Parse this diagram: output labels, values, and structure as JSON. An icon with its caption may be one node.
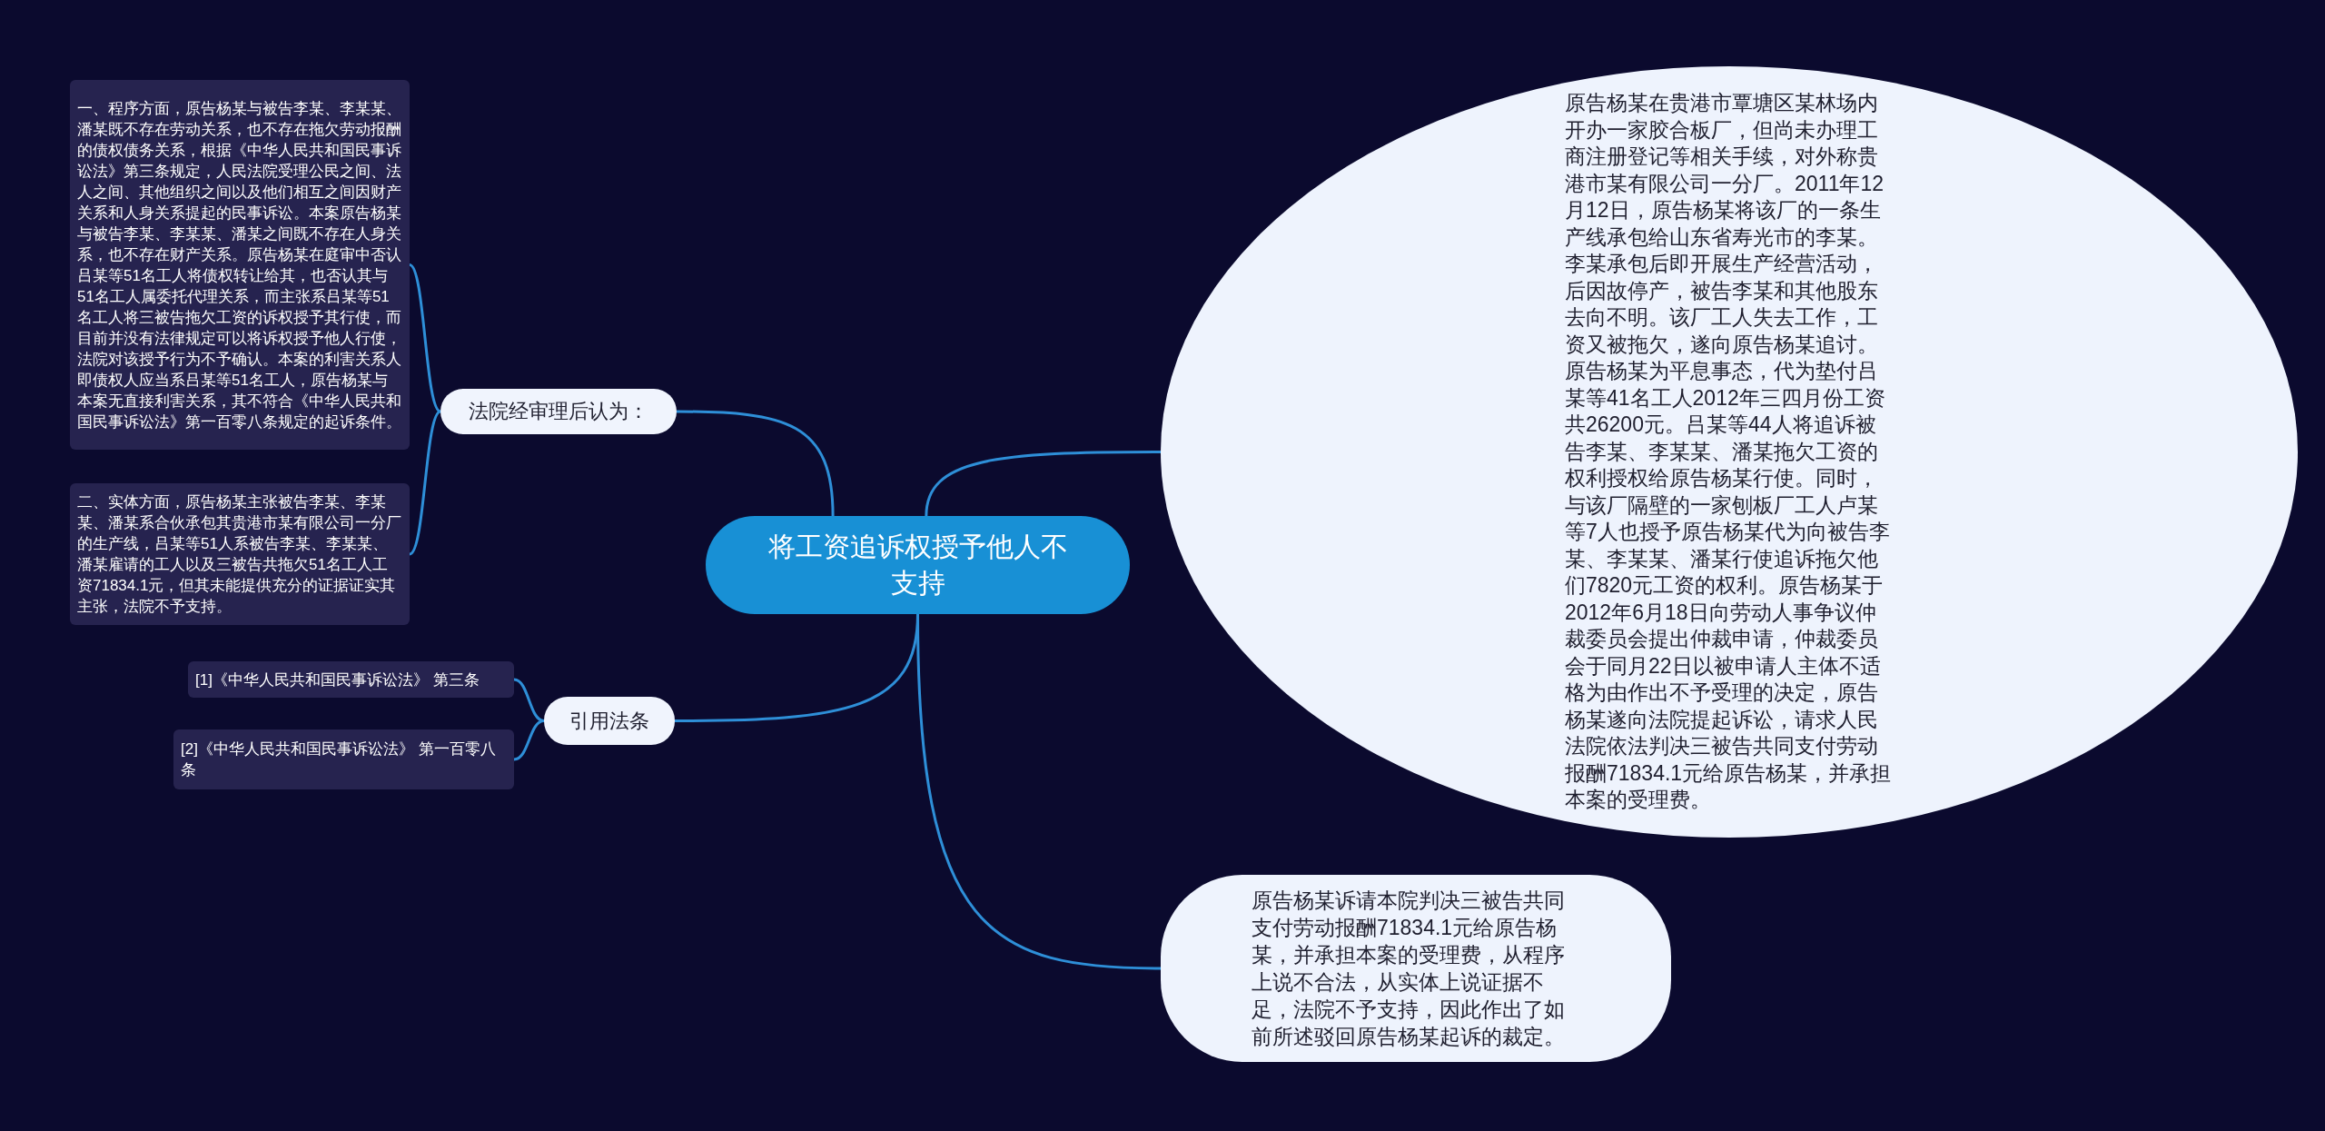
{
  "diagram": {
    "nodes": [
      {
        "text": [
          "将工资追诉权授予他人不支持"
        ]
      },
      {
        "text": [
          "法院经审理后认为："
        ]
      },
      {
        "text": [
          "一、程序方面，原告杨某与被告李某、李某某、潘某既不存在劳动关系，也不存在拖欠劳动报酬的债权债务关系，根据《中华人民共和国民事诉讼法》第三条规定，人民法院受理公民之间、法人之间、其他组织之间以及他们相互之间因财产关系和人身关系提起的民事诉讼。本案原告杨某与被告李某、李某某、潘某之间既不存在人身关系，也不存在财产关系。原告杨某在庭审中否认吕某等51名工人将债权转让给其，也否认其与51名工人属委托代理关系，而主张系吕某等51名工人将三被告拖欠工资的诉权授予其行使，而目前并没有法律规定可以将诉权授予他人行使，法院对该授予行为不予确认。本案的利害关系人即债权人应当系吕某等51名工人，原告杨某与本案无直接利害关系，其不符合《中华人民共和国民事诉讼法》第一百零八条规定的起诉条件。"
        ]
      },
      {
        "text": [
          "二、实体方面，原告杨某主张被告李某、李某某、潘某系合伙承包其贵港市某有限公司一分厂的生产线，吕某等51人系被告李某、李某某、潘某雇请的工人以及三被告共拖欠51名工人工资71834.1元，但其未能提供充分的证据证实其主张，法院不予支持。"
        ]
      },
      {
        "text": [
          "引用法条"
        ]
      },
      {
        "text": [
          "[1]《中华人民共和国民事诉讼法》 第三条"
        ]
      },
      {
        "text": [
          "[2]《中华人民共和国民事诉讼法》 第一百零八条"
        ]
      },
      {
        "text": [
          "原告杨某在贵港市覃塘区某林场内开办一家胶合板厂，但尚未办理工商注册登记等相关手续，对外称贵港市某有限公司一分厂。2011年12月12日，原告杨某将该厂的一条生产线承包给山东省寿光市的李某。李某承包后即开展生产经营活动，后因故停产，被告李某和其他股东去向不明。该厂工人失去工作，工资又被拖欠，遂向原告杨某追讨。原告杨某为平息事态，代为垫付吕某等41名工人2012年三四月份工资共26200元。吕某等44人将追诉被告李某、李某某、潘某拖欠工资的权利授权给原告杨某行使。同时，与该厂隔壁的一家刨板厂工人卢某等7人也授予原告杨某代为向被告李某、李某某、潘某行使追诉拖欠他们7820元工资的权利。原告杨某于2012年6月18日向劳动人事争议仲裁委员会提出仲裁申请，仲裁委员会于同月22日以被申请人主体不适格为由作出不予受理的决定，原告杨某遂向法院提起诉讼，请求人民法院依法判决三被告共同支付劳动报酬71834.1元给原告杨某，并承担本案的受理费。"
        ]
      },
      {
        "text": [
          "原告杨某诉请本院判决三被告共同支付劳动报酬71834.1元给原告杨某，并承担本案的受理费，从程序上说不合法，从实体上说证据不足，法院不予支持，因此作出了如前所述驳回原告杨某起诉的裁定。"
        ]
      }
    ],
    "edges": [
      {
        "from": 0,
        "to": 1,
        "arrow": "none"
      },
      {
        "from": 1,
        "to": 2,
        "arrow": "none"
      },
      {
        "from": 1,
        "to": 3,
        "arrow": "none"
      },
      {
        "from": 0,
        "to": 4,
        "arrow": "none"
      },
      {
        "from": 4,
        "to": 5,
        "arrow": "none"
      },
      {
        "from": 4,
        "to": 6,
        "arrow": "none"
      },
      {
        "from": 0,
        "to": 7,
        "arrow": "none"
      },
      {
        "from": 0,
        "to": 8,
        "arrow": "none"
      }
    ]
  }
}
